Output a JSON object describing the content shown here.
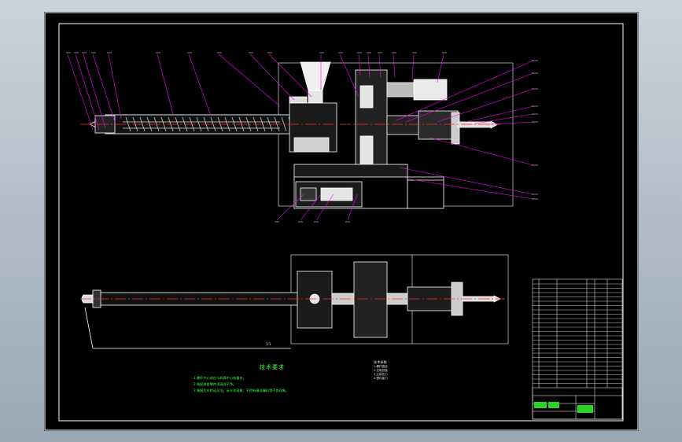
{
  "notes": {
    "title": "技术要求",
    "items": [
      "1.螺杆中心线应与机筒中心线重合。",
      "2.装配前各零件须清洗干净。",
      "3.装配后应转动灵活，无卡滞现象；不得有漏油漏料等不良现象。"
    ]
  },
  "spec": {
    "title": "技术参数",
    "items": [
      "1.螺杆直径",
      "2.注射容量",
      "3.注射压力",
      "4.塑化能力"
    ]
  },
  "scale_label": "1:1",
  "colors": {
    "background": "#000000",
    "outline": "#ffffff",
    "leader": "#ff00ff",
    "centerline": "#ff3030",
    "notes_text": "#3cff3c"
  }
}
